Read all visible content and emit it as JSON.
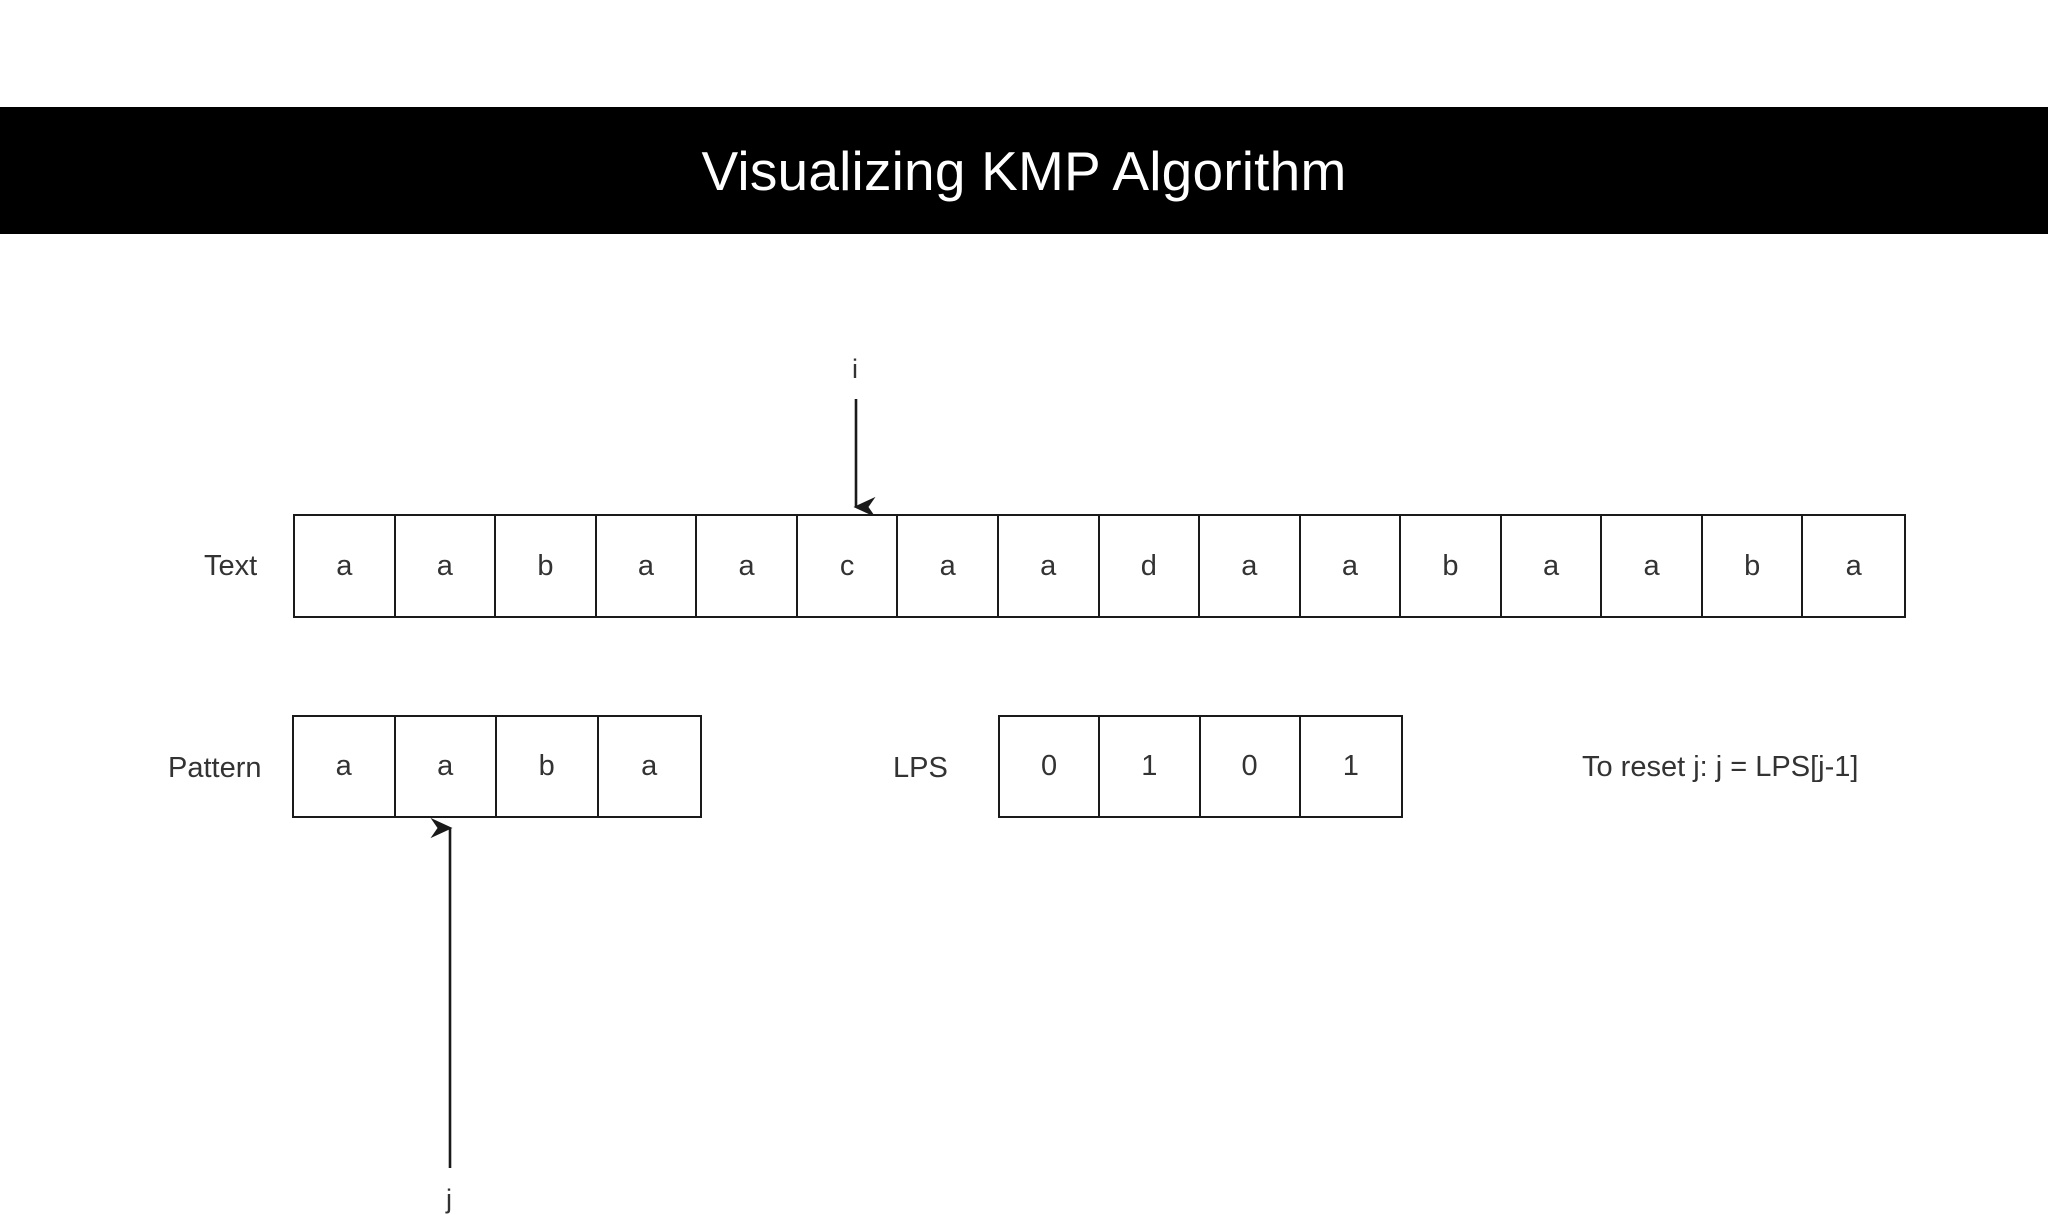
{
  "title": {
    "text": "Visualizing KMP Algorithm",
    "banner_color": "#000000",
    "text_color": "#ffffff"
  },
  "diagram": {
    "text_row": {
      "label": "Text",
      "cells": [
        "a",
        "a",
        "b",
        "a",
        "a",
        "c",
        "a",
        "a",
        "d",
        "a",
        "a",
        "b",
        "a",
        "a",
        "b",
        "a"
      ]
    },
    "pattern_row": {
      "label": "Pattern",
      "cells": [
        "a",
        "a",
        "b",
        "a"
      ]
    },
    "lps_row": {
      "label": "LPS",
      "cells": [
        "0",
        "1",
        "0",
        "1"
      ]
    },
    "pointers": {
      "i": {
        "label": "i",
        "points_to_index": 5,
        "direction": "down",
        "target": "text_row"
      },
      "j": {
        "label": "j",
        "points_to_index": 1,
        "direction": "up",
        "target": "pattern_row"
      }
    },
    "annotation": {
      "reset_note": "To reset j: j = LPS[j-1]"
    },
    "colors": {
      "stroke": "#1a1a1a",
      "cell_fill": "#ffffff",
      "text": "#333333",
      "background": "#ffffff"
    }
  }
}
